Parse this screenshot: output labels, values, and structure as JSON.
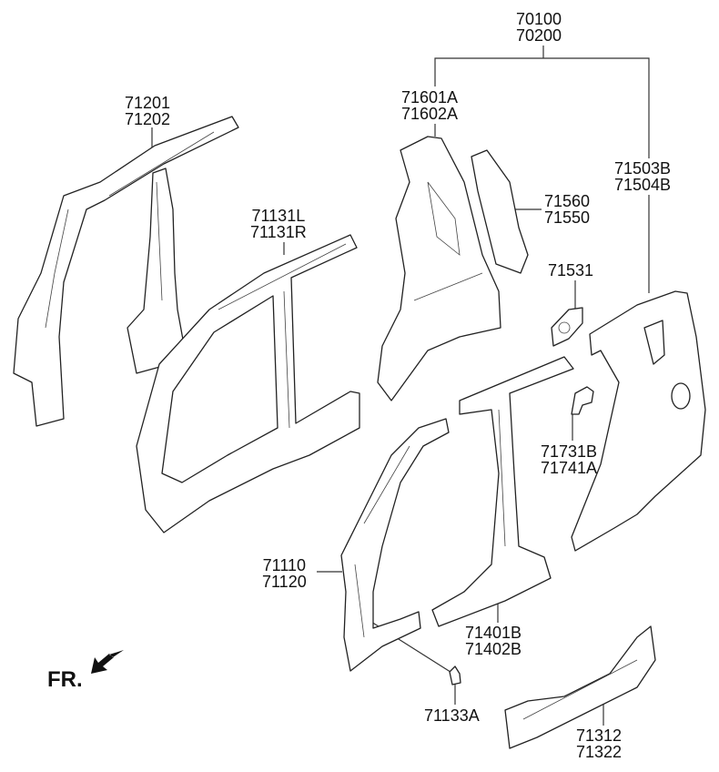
{
  "labels": {
    "assembly": [
      "70100",
      "70200"
    ],
    "roof_rail_inner": [
      "71201",
      "71202"
    ],
    "quarter_inner": [
      "71601A",
      "71602A"
    ],
    "quarter_outer": [
      "71503B",
      "71504B"
    ],
    "pillar_rear_inner": [
      "71560",
      "71550"
    ],
    "side_outer": [
      "71131L",
      "71131R"
    ],
    "fuel_housing": [
      "71531"
    ],
    "bracket": [
      "71731B",
      "71741A"
    ],
    "front_pillar": [
      "71110",
      "71120"
    ],
    "center_pillar": [
      "71401B",
      "71402B"
    ],
    "reinforcement": [
      "71133A"
    ],
    "side_sill": [
      "71312",
      "71322"
    ]
  },
  "front_indicator": "FR."
}
